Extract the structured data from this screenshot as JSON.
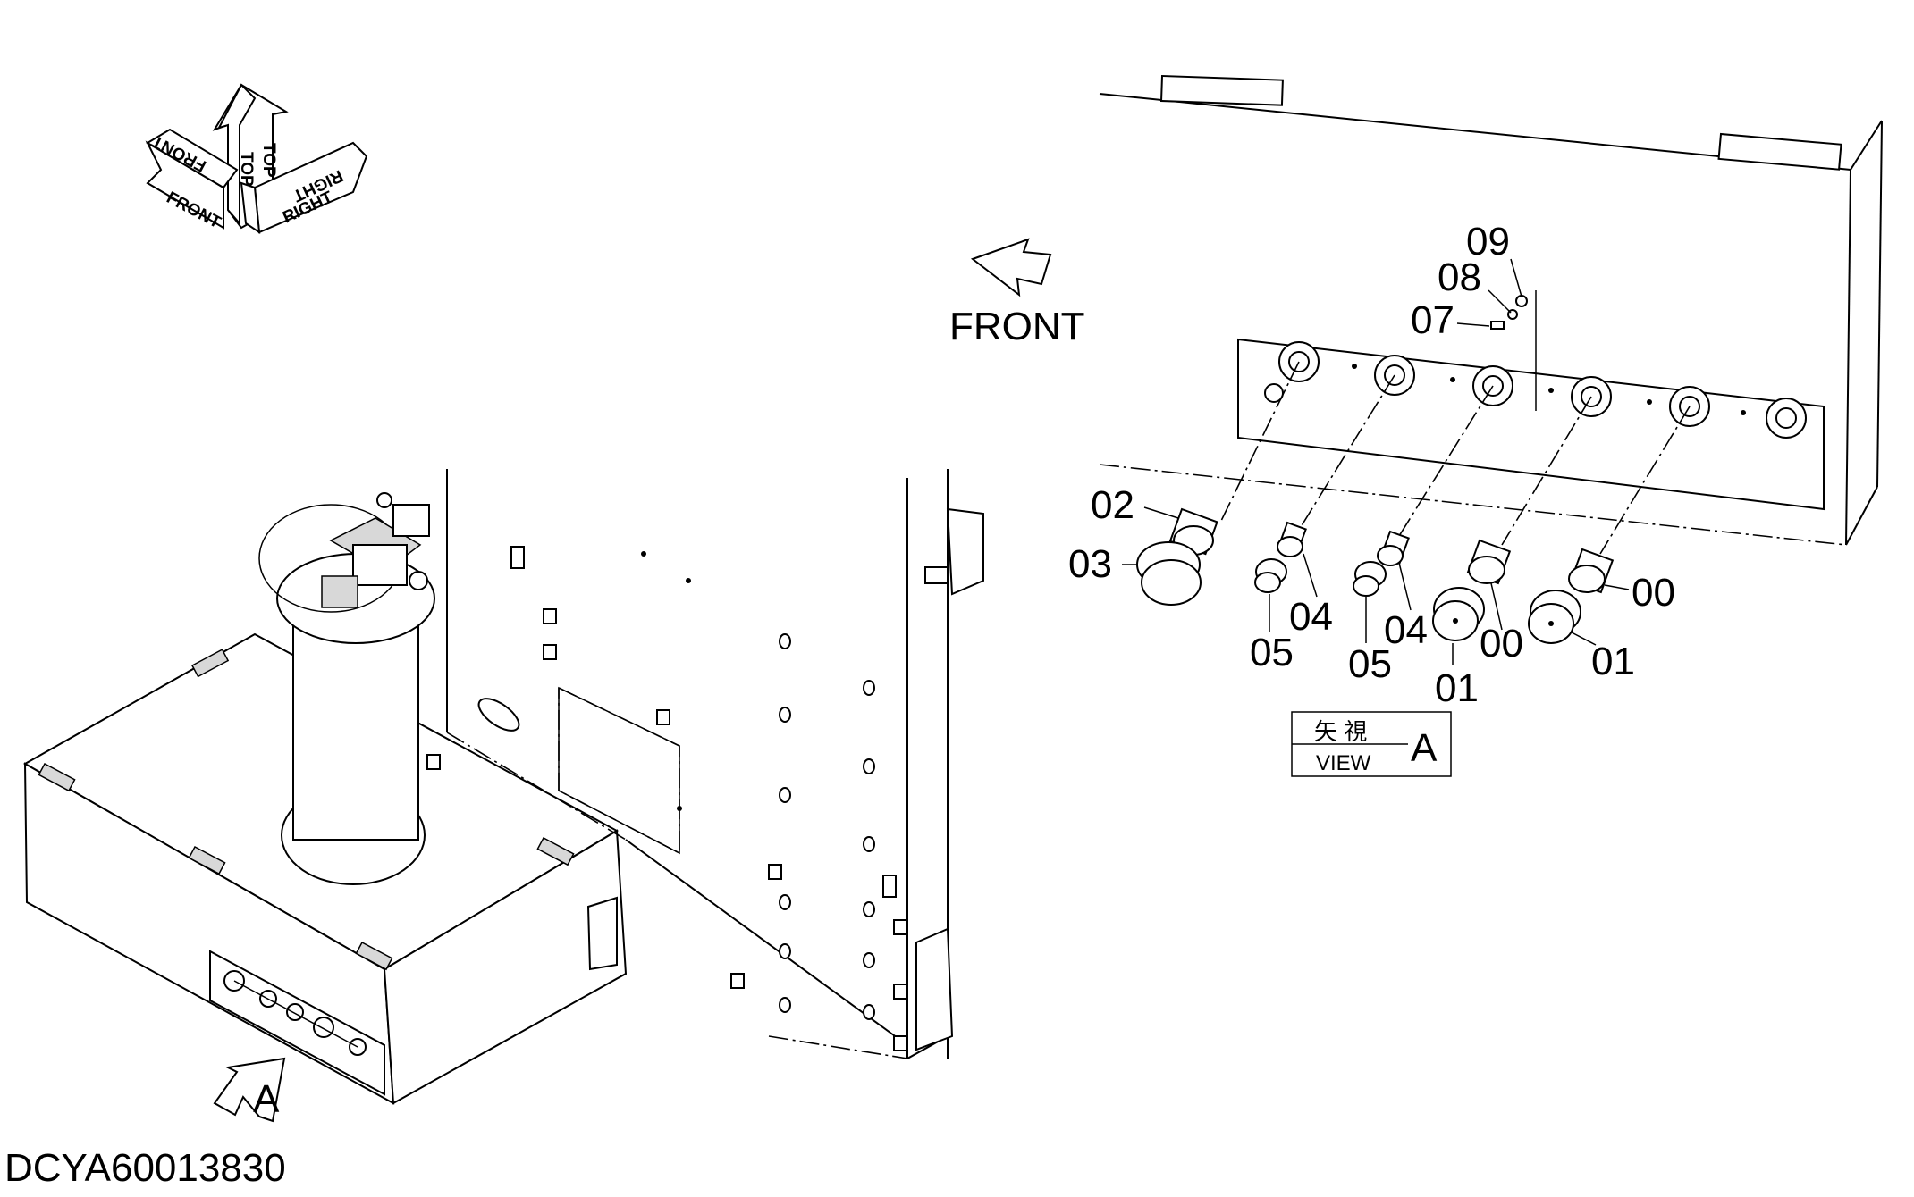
{
  "orientation_arrows": {
    "front": "FRONT",
    "top": "TOP",
    "right": "RIGHT"
  },
  "front_label": "FRONT",
  "view_box": {
    "japanese": "矢 視",
    "english": "VIEW",
    "letter": "A"
  },
  "view_arrow_letter": "A",
  "drawing_number": "DCYA60013830",
  "callouts": {
    "c02": "02",
    "c03": "03",
    "c04a": "04",
    "c04b": "04",
    "c05a": "05",
    "c05b": "05",
    "c00a": "00",
    "c00b": "00",
    "c01a": "01",
    "c01b": "01",
    "c07": "07",
    "c08": "08",
    "c09": "09"
  },
  "colors": {
    "line": "#000000",
    "background": "#ffffff"
  }
}
